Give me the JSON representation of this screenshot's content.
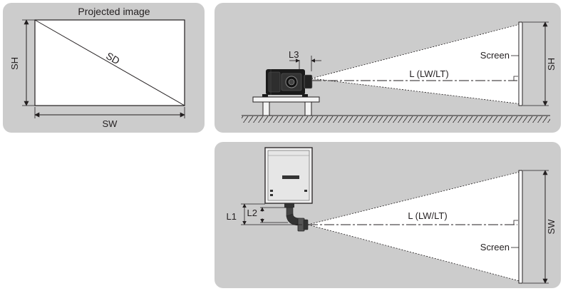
{
  "projected_image": {
    "title": "Projected image",
    "diagonal_label": "SD",
    "height_label": "SH",
    "width_label": "SW"
  },
  "side_view": {
    "lens_offset_label": "L3",
    "screen_label": "Screen",
    "distance_label": "L (LW/LT)",
    "screen_height_label": "SH"
  },
  "top_view": {
    "offset_label_1": "L1",
    "offset_label_2": "L2",
    "distance_label": "L (LW/LT)",
    "screen_label": "Screen",
    "screen_width_label": "SW"
  },
  "colors": {
    "panel_bg": "#cccccc",
    "beam": "#ffffff",
    "line": "#231f20",
    "projector_body": "#1a1a1a"
  }
}
